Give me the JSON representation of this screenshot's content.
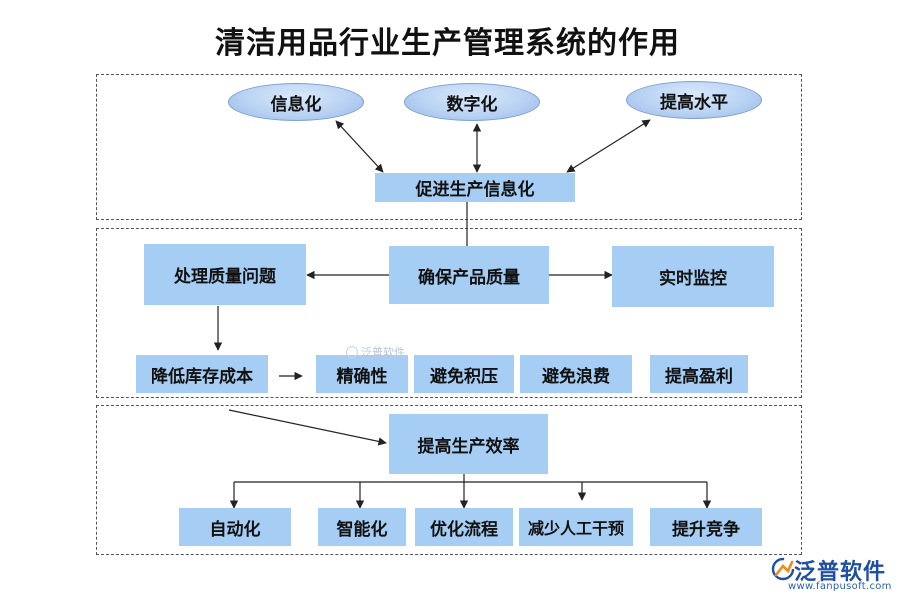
{
  "title": "清洁用品行业生产管理系统的作用",
  "colors": {
    "box_fill": "#a6cdf3",
    "ellipse_fill": "#b9d3f3",
    "line": "#222222",
    "logo_blue": "#1e4fa6",
    "logo_orange": "#f08a1c"
  },
  "top": {
    "ellipses": [
      "信息化",
      "数字化",
      "提高水平"
    ],
    "center": "促进生产信息化"
  },
  "middle": {
    "left": "处理质量问题",
    "center": "确保产品质量",
    "right": "实时监控",
    "row": [
      "降低库存成本",
      "精确性",
      "避免积压",
      "避免浪费",
      "提高盈利"
    ]
  },
  "bottom": {
    "center": "提高生产效率",
    "row": [
      "自动化",
      "智能化",
      "优化流程",
      "减少人工干预",
      "提升竞争"
    ]
  },
  "watermark": "泛普软件",
  "logo": {
    "name": "泛普软件",
    "url": "www.fanpusoft.com",
    "icon": "fanpu-logo-icon"
  }
}
